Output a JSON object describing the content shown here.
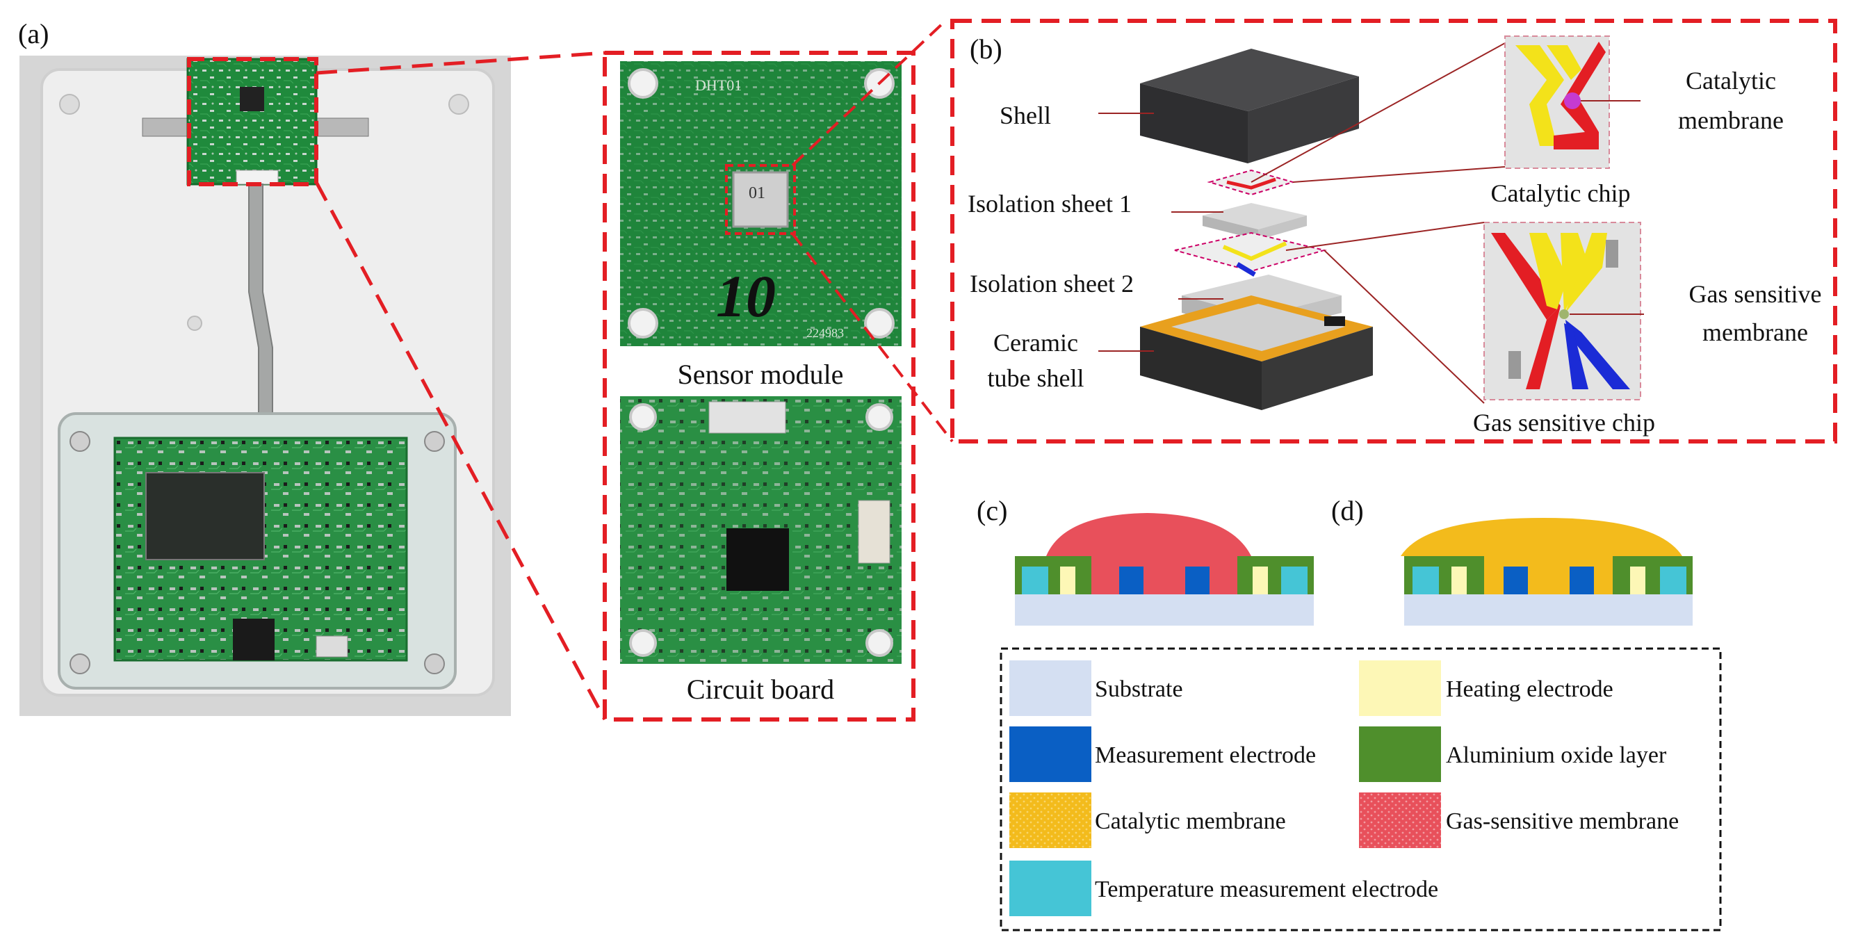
{
  "panels": {
    "a": {
      "label": "(a)"
    },
    "b": {
      "label": "(b)"
    },
    "c": {
      "label": "(c)"
    },
    "d": {
      "label": "(d)"
    }
  },
  "photos": {
    "sensor_module_caption": "Sensor module",
    "circuit_board_caption": "Circuit board",
    "module_marking": "DHT01",
    "module_code": "224983",
    "handwritten_number": "10",
    "chip_marking": "01"
  },
  "exploded_view": {
    "shell": "Shell",
    "isolation_sheet_1": "Isolation sheet 1",
    "isolation_sheet_2": "Isolation sheet 2",
    "ceramic_tube_shell_line1": "Ceramic",
    "ceramic_tube_shell_line2": "tube shell",
    "catalytic_membrane_line1": "Catalytic",
    "catalytic_membrane_line2": "membrane",
    "catalytic_chip": "Catalytic chip",
    "gas_sensitive_membrane_line1": "Gas sensitive",
    "gas_sensitive_membrane_line2": "membrane",
    "gas_sensitive_chip": "Gas sensitive chip"
  },
  "legend": {
    "substrate": "Substrate",
    "heating_electrode": "Heating electrode",
    "measurement_electrode": "Measurement electrode",
    "aluminium_oxide_layer": "Aluminium oxide layer",
    "catalytic_membrane": "Catalytic membrane",
    "gas_sensitive_membrane": "Gas-sensitive membrane",
    "temperature_measurement_electrode": "Temperature measurement electrode"
  },
  "colors": {
    "highlight_dash": "#e31e24",
    "pcb_green": "#1f8a3c",
    "substrate": "#d4dff2",
    "heating_electrode": "#fdf7b6",
    "measurement_electrode": "#0a5fc4",
    "aluminium_oxide": "#4f8f2c",
    "catalytic_membrane": "#f3bb1c",
    "gas_sensitive_membrane": "#e8505b",
    "temperature_electrode": "#45c5d6"
  }
}
